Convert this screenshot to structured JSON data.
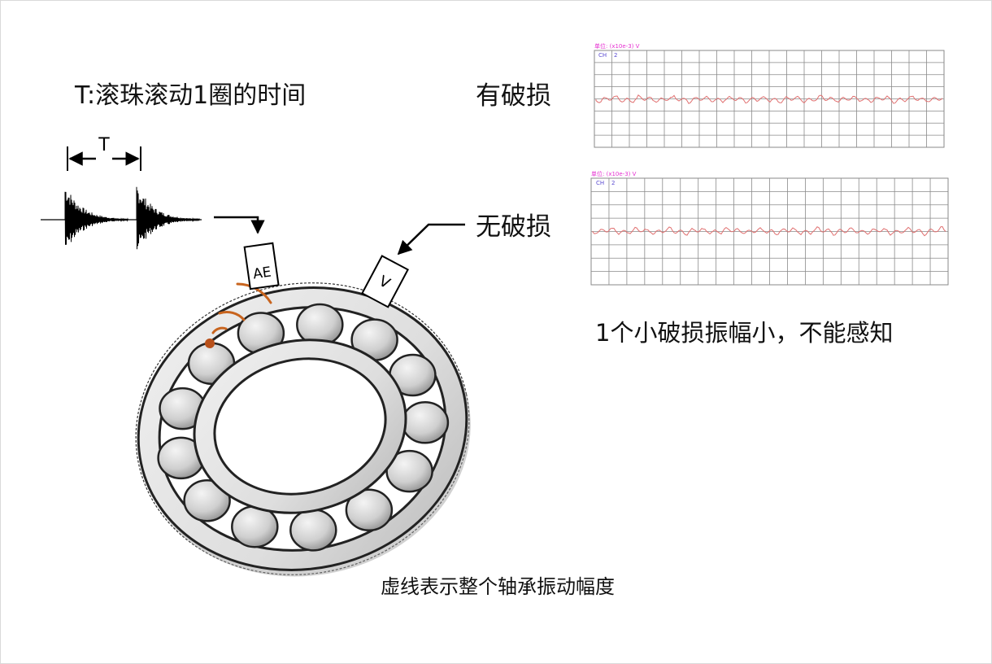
{
  "labels": {
    "period_title": "T:滚珠滚动1圈的时间",
    "period_marker": "T",
    "damaged": "有破损",
    "undamaged": "无破损",
    "conclusion": "1个小破损振幅小，不能感知",
    "dashed_caption": "虚线表示整个轴承振动幅度"
  },
  "sensors": {
    "ae_label": "AE",
    "v_label": "V"
  },
  "scopes": {
    "damaged": {
      "unit": "单位: (x10e-3) V",
      "channel": "CH",
      "channel_no": "2"
    },
    "undamaged": {
      "unit": "单位: (x10e-3) V",
      "channel": "CH",
      "channel_no": "2"
    }
  },
  "colors": {
    "trace": "#e07070",
    "grid": "#8a8a8a",
    "wave_arcs": "#c8641e",
    "damage_dot": "#b8501a",
    "bearing_ring": "#e2e2e2"
  }
}
